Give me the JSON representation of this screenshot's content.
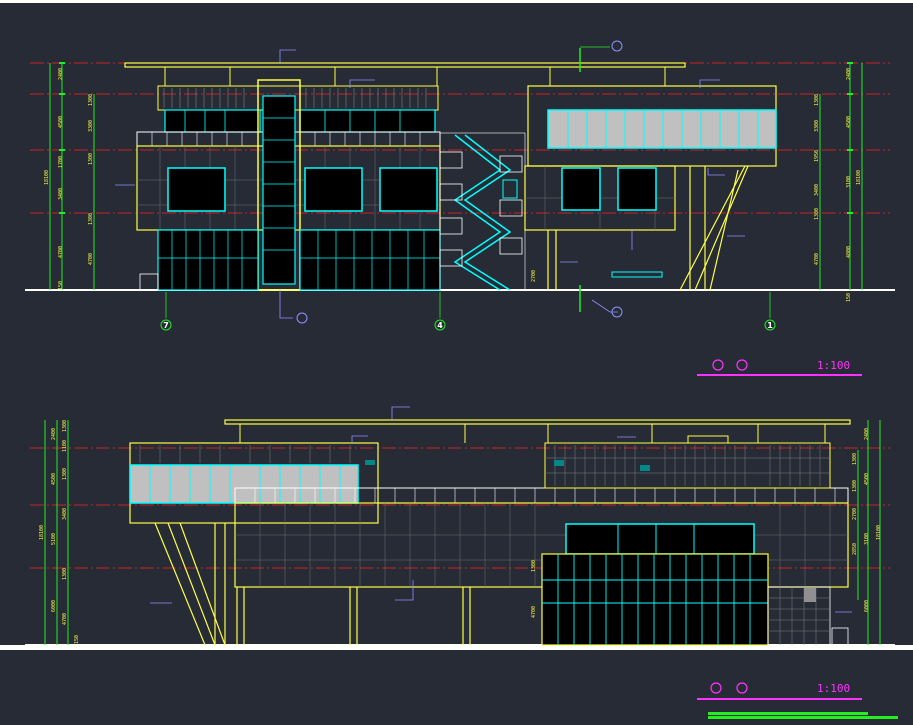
{
  "drawing": {
    "upper_elevation": {
      "scale_text": "1:100",
      "axis_labels": [
        "7",
        "4",
        "1"
      ],
      "dims_left": [
        "2400",
        "4500",
        "1700",
        "3400",
        "4700",
        "150"
      ],
      "dims_left_total": [
        "18100"
      ],
      "dims_left_inner": [
        "1300",
        "3300",
        "1300",
        "1300",
        "4700"
      ],
      "dims_right": [
        "2400",
        "4500",
        "3100",
        "4800",
        "150"
      ],
      "dims_right_total": [
        "18100"
      ],
      "dims_right_inner": [
        "1300",
        "3300",
        "1950",
        "3400",
        "1300",
        "4700"
      ],
      "dim_under_bridge": "2700"
    },
    "lower_elevation": {
      "scale_text": "1:100",
      "dims_left": [
        "2400",
        "4500",
        "5100",
        "6000",
        "150"
      ],
      "dims_left_total": [
        "18100"
      ],
      "dims_left_inner": [
        "1300",
        "1100",
        "1300",
        "3400",
        "1300",
        "4700"
      ],
      "dims_right": [
        "2400",
        "4500",
        "3100",
        "6000"
      ],
      "dims_right_total": [
        "18100"
      ],
      "dims_right_inner": [
        "1300",
        "1300",
        "2700",
        "2850"
      ],
      "dim_entrance": [
        "1300",
        "4700"
      ]
    },
    "colors": {
      "background": "#262b35",
      "outline": "#ffff44",
      "glass": "#00ffff",
      "grid": "#ff2222",
      "dim": "#22ee22",
      "annotation": "#ff33ff",
      "panel": "#c0c0c0",
      "leader": "#9090ff"
    }
  }
}
